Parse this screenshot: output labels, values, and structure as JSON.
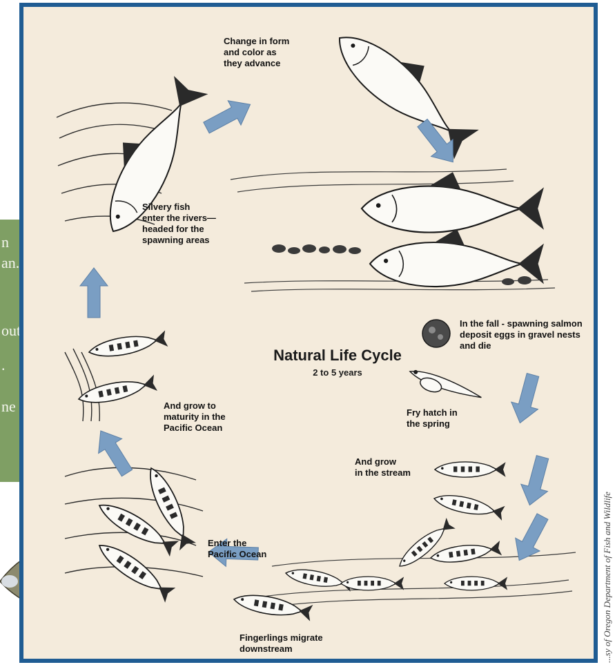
{
  "title": "Natural Life Cycle",
  "subtitle": "2 to 5 years",
  "stages": {
    "change": "Change in form\nand color as\nthey advance",
    "silvery": "Silvery fish\nenter the rivers—\nheaded for the\nspawning areas",
    "fall": "In the fall - spawning salmon\ndeposit eggs in gravel nests\nand die",
    "fry": "Fry hatch in\nthe spring",
    "grow_stream": "And grow\nin the stream",
    "maturity": "And grow to\nmaturity in the\nPacific Ocean",
    "enter_ocean": "Enter the\nPacific Ocean",
    "fingerlings": "Fingerlings migrate\ndownstream"
  },
  "side_text": [
    "n",
    "an.",
    "out",
    ".",
    "ne"
  ],
  "credit": "...sy of Oregon Department of Fish and Wildlife",
  "colors": {
    "frame": "#1f5c93",
    "background": "#f4ebdc",
    "arrow": "#7a9ec3",
    "panel": "#7f9f64"
  }
}
